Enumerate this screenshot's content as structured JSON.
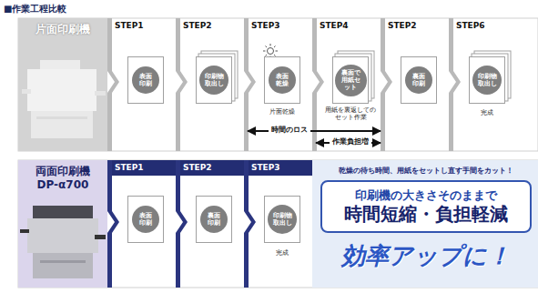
{
  "diagram": {
    "title": "■作業工程比較",
    "nodes": [
      {
        "text": [
          "片面印刷機"
        ]
      },
      {
        "text": [
          "表面印刷"
        ]
      },
      {
        "text": [
          "印刷物取出し"
        ]
      },
      {
        "text": [
          "表面乾燥"
        ]
      },
      {
        "text": [
          "裏面で用紙セット"
        ]
      },
      {
        "text": [
          "裏面印刷"
        ]
      },
      {
        "text": [
          "印刷物取出し"
        ]
      },
      {
        "text": [
          "両面印刷機 DP-α700"
        ]
      },
      {
        "text": [
          "表面印刷"
        ]
      },
      {
        "text": [
          "裏面印刷"
        ]
      },
      {
        "text": [
          "印刷物取出し"
        ]
      },
      {
        "text": [
          "印刷機の大きさそのままで",
          "時間短縮・負担軽減"
        ]
      }
    ],
    "labels": [
      "STEP1",
      "STEP2",
      "STEP3",
      "STEP4",
      "STEP2",
      "STEP6",
      "片面乾燥",
      "用紙を裏返しての セット作業",
      "完成",
      "時間のロス",
      "作業負担増",
      "STEP1",
      "STEP2",
      "STEP3",
      "完成",
      "乾燥の待ち時間、用紙をセットし直す手間をカット！",
      "効率アップに！"
    ]
  }
}
